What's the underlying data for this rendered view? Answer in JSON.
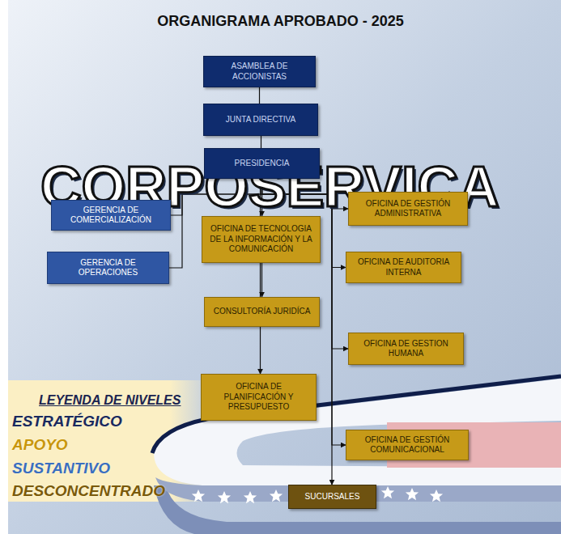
{
  "diagram": {
    "title": "ORGANIGRAMA APROBADO - 2025",
    "nodes": [
      {
        "text": [
          "ASAMBLEA DE ACCIONISTAS"
        ]
      },
      {
        "text": [
          "JUNTA DIRECTIVA"
        ]
      },
      {
        "text": [
          "PRESIDENCIA"
        ]
      },
      {
        "text": [
          "GERENCIA DE COMERCIALIZACIÓN"
        ]
      },
      {
        "text": [
          "OFICINA DE GESTIÓN ADMINISTRATIVA"
        ]
      },
      {
        "text": [
          "OFICINA DE TECNOLOGIA DE LA INFORMACIÓN Y LA COMUNICACIÓN"
        ]
      },
      {
        "text": [
          "GERENCIA DE OPERACIONES"
        ]
      },
      {
        "text": [
          "OFICINA DE AUDITORIA INTERNA"
        ]
      },
      {
        "text": [
          "CONSULTORÍA JURIDÍCA"
        ]
      },
      {
        "text": [
          "OFICINA DE GESTION HUMANA"
        ]
      },
      {
        "text": [
          "OFICINA DE PLANIFICACIÓN Y PRESUPUESTO"
        ]
      },
      {
        "text": [
          "OFICINA DE GESTIÓN COMUNICACIONAL"
        ]
      },
      {
        "text": [
          "SUCURSALES"
        ]
      }
    ],
    "edges": [
      {
        "from": 0,
        "to": 1,
        "arrow": "none"
      },
      {
        "from": 1,
        "to": 2,
        "arrow": "none"
      },
      {
        "from": 2,
        "to": 3,
        "arrow": "none"
      },
      {
        "from": 2,
        "to": 6,
        "arrow": "none"
      },
      {
        "from": 2,
        "to": 4,
        "arrow": "to"
      },
      {
        "from": 2,
        "to": 5,
        "arrow": "to"
      },
      {
        "from": 2,
        "to": 7,
        "arrow": "to"
      },
      {
        "from": 2,
        "to": 8,
        "arrow": "to"
      },
      {
        "from": 2,
        "to": 9,
        "arrow": "to"
      },
      {
        "from": 2,
        "to": 10,
        "arrow": "to"
      },
      {
        "from": 2,
        "to": 11,
        "arrow": "to"
      },
      {
        "from": 2,
        "to": 12,
        "arrow": "to"
      }
    ],
    "labels": [
      "CORPOSERVICA",
      "LEYENDA DE NIVELES"
    ],
    "legend": [
      {
        "text": "ESTRATÉGICO",
        "color": "#1a2a5e"
      },
      {
        "text": "APOYO",
        "color": "#c8960c"
      },
      {
        "text": "SUSTANTIVO",
        "color": "#3a6fc0"
      },
      {
        "text": "DESCONCENTRADO",
        "color": "#7a5a0a"
      }
    ]
  }
}
